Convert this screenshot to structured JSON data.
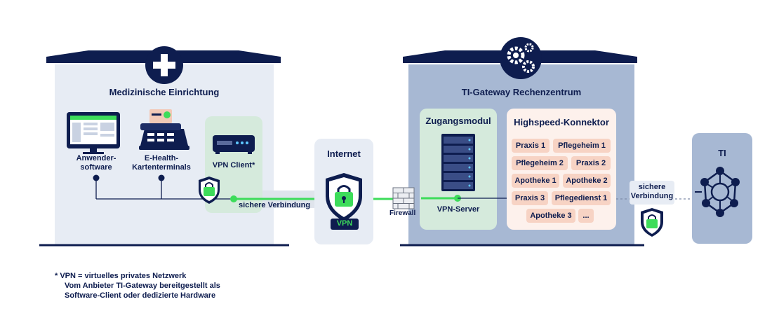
{
  "left_building": {
    "title": "Medizinische Einrichtung",
    "devices": {
      "software_label": "Anwender-\nsoftware",
      "terminal_label": "E-Health-\nKartenterminals",
      "vpn_client_label": "VPN Client*"
    },
    "connection_label": "sichere Verbindung"
  },
  "internet": {
    "title": "Internet",
    "badge": "VPN"
  },
  "firewall_label": "Firewall",
  "right_building": {
    "title": "TI-Gateway Rechenzentrum",
    "zugangsmodul": {
      "title": "Zugangsmodul",
      "server_label": "VPN-Server"
    },
    "konnektor": {
      "title": "Highspeed-Konnektor",
      "chips": [
        "Praxis 1",
        "Pflegeheim 1",
        "Pflegeheim 2",
        "Praxis 2",
        "Apotheke 1",
        "Apotheke 2",
        "Praxis 3",
        "Pflegedienst 1",
        "Apotheke 3",
        "..."
      ]
    }
  },
  "secure_connection_label": "sichere\nVerbindung",
  "ti_label": "TI",
  "footnote": {
    "line1": "* VPN = virtuelles privates Netzwerk",
    "line2": "Vom Anbieter TI-Gateway bereitgestellt als",
    "line3": "Software-Client oder dedizierte Hardware"
  },
  "colors": {
    "navy": "#0e1d4f",
    "light_building": "#e7ecf4",
    "dark_building": "#a7b8d3",
    "green": "#3ddc5a",
    "mint": "#d5eadc",
    "chip": "#f7d3c4"
  }
}
